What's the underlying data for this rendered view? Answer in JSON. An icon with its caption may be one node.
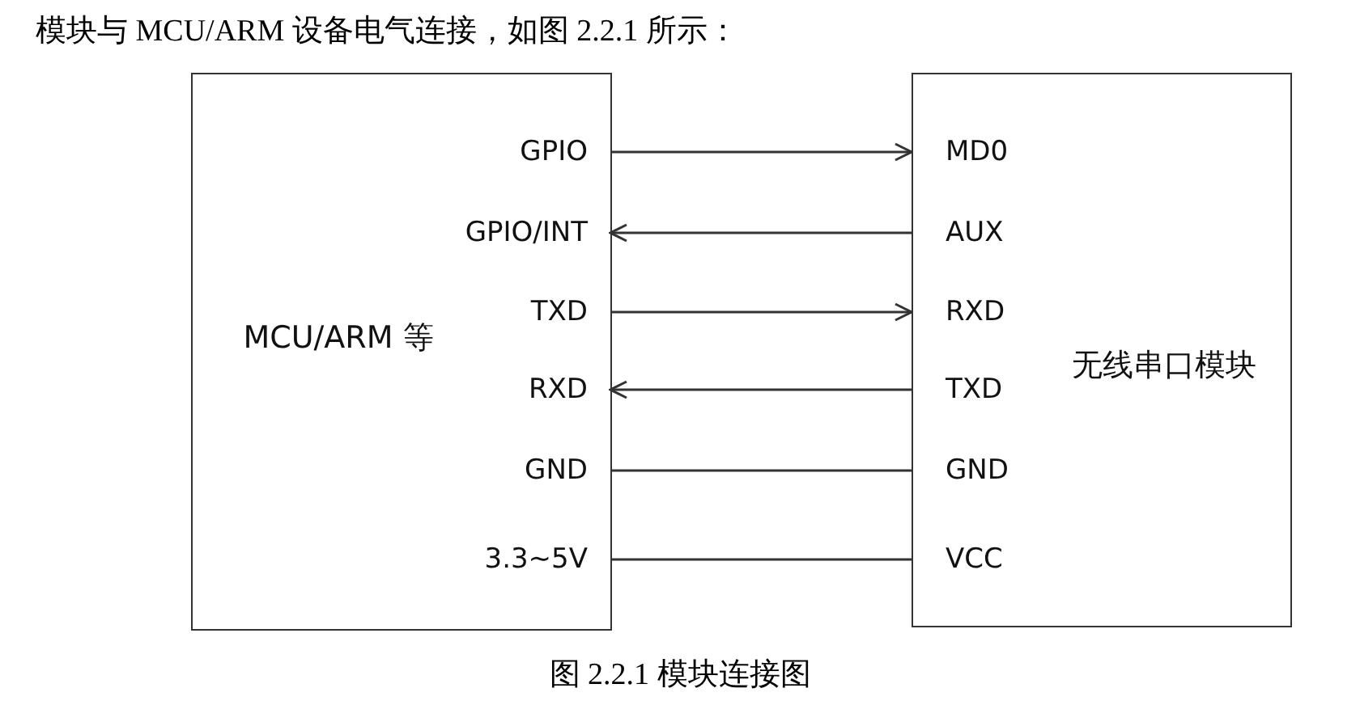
{
  "diagram": {
    "title": "模块与 MCU/ARM 设备电气连接，如图 2.2.1 所示：",
    "caption": "图 2.2.1  模块连接图",
    "nodes": [
      {
        "text": [
          "MCU/ARM 等"
        ]
      },
      {
        "text": [
          "GPIO"
        ],
        "in": 0
      },
      {
        "text": [
          "GPIO/INT"
        ],
        "in": 0
      },
      {
        "text": [
          "TXD"
        ],
        "in": 0
      },
      {
        "text": [
          "RXD"
        ],
        "in": 0
      },
      {
        "text": [
          "GND"
        ],
        "in": 0
      },
      {
        "text": [
          "3.3~5V"
        ],
        "in": 0
      },
      {
        "text": [
          "无线串口模块"
        ]
      },
      {
        "text": [
          "MD0"
        ],
        "in": 7
      },
      {
        "text": [
          "AUX"
        ],
        "in": 7
      },
      {
        "text": [
          "RXD"
        ],
        "in": 7
      },
      {
        "text": [
          "TXD"
        ],
        "in": 7
      },
      {
        "text": [
          "GND"
        ],
        "in": 7
      },
      {
        "text": [
          "VCC"
        ],
        "in": 7
      }
    ],
    "edges": [
      {
        "from": 1,
        "to": 8,
        "arrow": "to"
      },
      {
        "from": 9,
        "to": 2,
        "arrow": "to"
      },
      {
        "from": 3,
        "to": 10,
        "arrow": "to"
      },
      {
        "from": 11,
        "to": 4,
        "arrow": "to"
      },
      {
        "from": 5,
        "to": 12,
        "arrow": "none"
      },
      {
        "from": 6,
        "to": 13,
        "arrow": "none"
      }
    ]
  }
}
